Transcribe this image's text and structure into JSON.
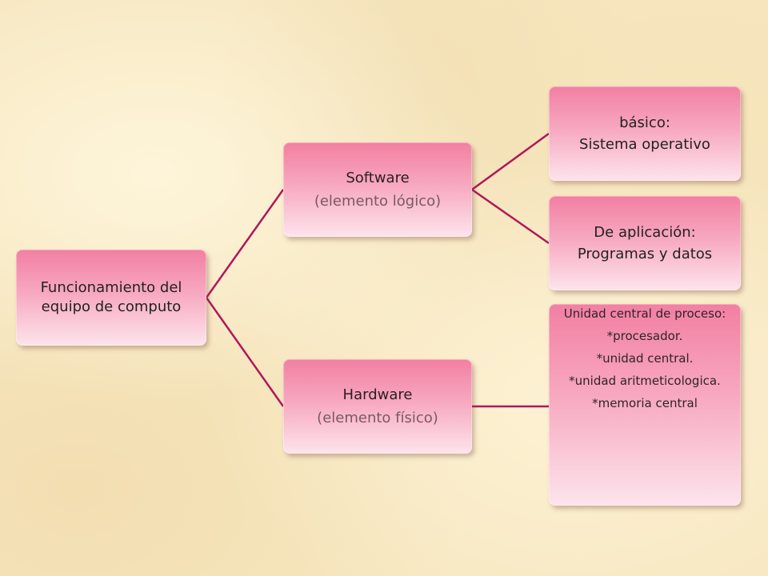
{
  "diagram": {
    "root": {
      "label": "Funcionamiento del equipo de computo"
    },
    "software": {
      "title": "Software",
      "subtitle": "(elemento lógico)"
    },
    "hardware": {
      "title": "Hardware",
      "subtitle": "(elemento físico)"
    },
    "basico": {
      "title": "básico:",
      "subtitle": "Sistema operativo"
    },
    "aplicacion": {
      "title": "De aplicación:",
      "subtitle": "Programas y datos"
    },
    "cpu": {
      "heading": "Unidad central de proceso:",
      "items": [
        "*procesador.",
        "*unidad central.",
        "*unidad aritmeticologica.",
        "*memoria central"
      ]
    },
    "colors": {
      "connector": "#b0185a",
      "node_top": "#f27fa2",
      "node_bottom": "#fde4ec"
    }
  }
}
